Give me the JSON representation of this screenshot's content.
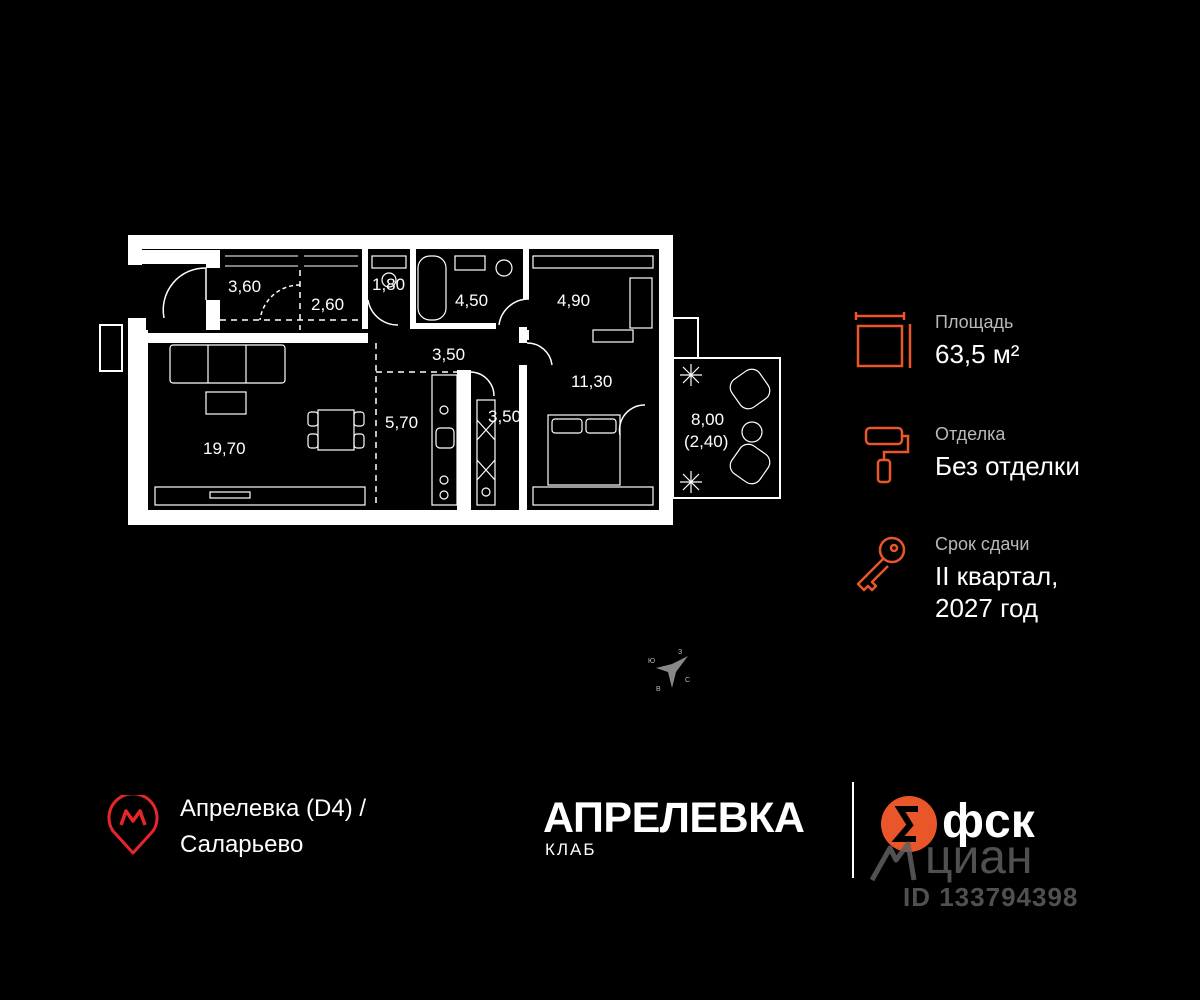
{
  "rooms": [
    {
      "id": "entry",
      "label": "3,60"
    },
    {
      "id": "hall",
      "label": "2,60"
    },
    {
      "id": "wc",
      "label": "1,80"
    },
    {
      "id": "bath",
      "label": "4,50"
    },
    {
      "id": "wardrobe",
      "label": "4,90"
    },
    {
      "id": "corridor",
      "label": "3,50"
    },
    {
      "id": "living",
      "label": "19,70"
    },
    {
      "id": "kitchen",
      "label": "5,70"
    },
    {
      "id": "storage",
      "label": "3,50"
    },
    {
      "id": "bedroom",
      "label": "11,30"
    },
    {
      "id": "balcony",
      "label": "8,00"
    },
    {
      "id": "balcony-reduced",
      "label": "(2,40)"
    }
  ],
  "compass": {
    "n": "Ю",
    "e": "З",
    "s": "С",
    "w": "В"
  },
  "info": {
    "area": {
      "label": "Площадь",
      "value": "63,5 м²"
    },
    "finish": {
      "label": "Отделка",
      "value": "Без отделки"
    },
    "delivery": {
      "label": "Срок сдачи",
      "value_line1": "II квартал,",
      "value_line2": "2027 год"
    }
  },
  "metro": {
    "line1": "Апрелевка (D4)  /",
    "line2": "Саларьево"
  },
  "brand": {
    "name": "АПРЕЛЕВКА",
    "sub": "КЛАБ"
  },
  "developer": {
    "name": "фск"
  },
  "watermark": {
    "name": "циан",
    "id": "ID 133794398"
  },
  "colors": {
    "accent": "#e8562a",
    "background": "#000000",
    "walls": "#ffffff"
  }
}
